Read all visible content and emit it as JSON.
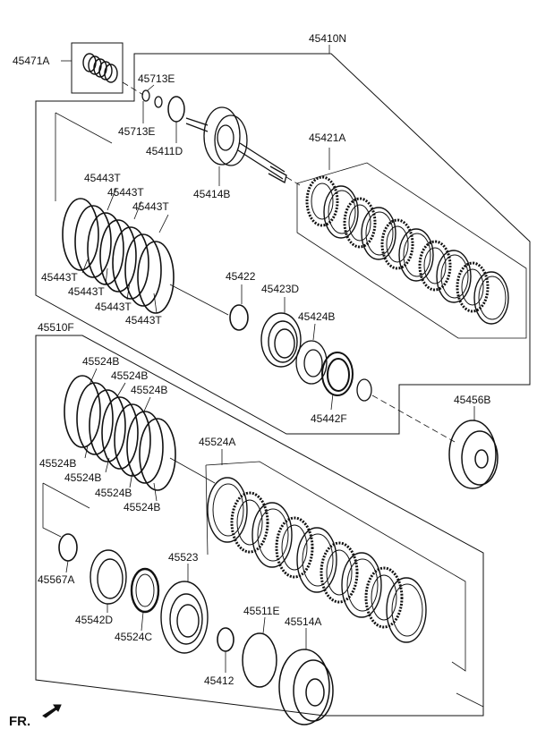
{
  "labels": {
    "l_45410N": "45410N",
    "l_45471A": "45471A",
    "l_45713E_a": "45713E",
    "l_45713E_b": "45713E",
    "l_45411D": "45411D",
    "l_45414B": "45414B",
    "l_45421A": "45421A",
    "l_45443T_1": "45443T",
    "l_45443T_2": "45443T",
    "l_45443T_3": "45443T",
    "l_45443T_4": "45443T",
    "l_45443T_5": "45443T",
    "l_45443T_6": "45443T",
    "l_45443T_7": "45443T",
    "l_45422": "45422",
    "l_45423D": "45423D",
    "l_45424B": "45424B",
    "l_45442F": "45442F",
    "l_45456B": "45456B",
    "l_45510F": "45510F",
    "l_45524B_1": "45524B",
    "l_45524B_2": "45524B",
    "l_45524B_3": "45524B",
    "l_45524B_4": "45524B",
    "l_45524B_5": "45524B",
    "l_45524B_6": "45524B",
    "l_45524B_7": "45524B",
    "l_45524A": "45524A",
    "l_45567A": "45567A",
    "l_45542D": "45542D",
    "l_45524C": "45524C",
    "l_45523": "45523",
    "l_45511E": "45511E",
    "l_45514A": "45514A",
    "l_45412": "45412"
  },
  "fr_label": "FR."
}
